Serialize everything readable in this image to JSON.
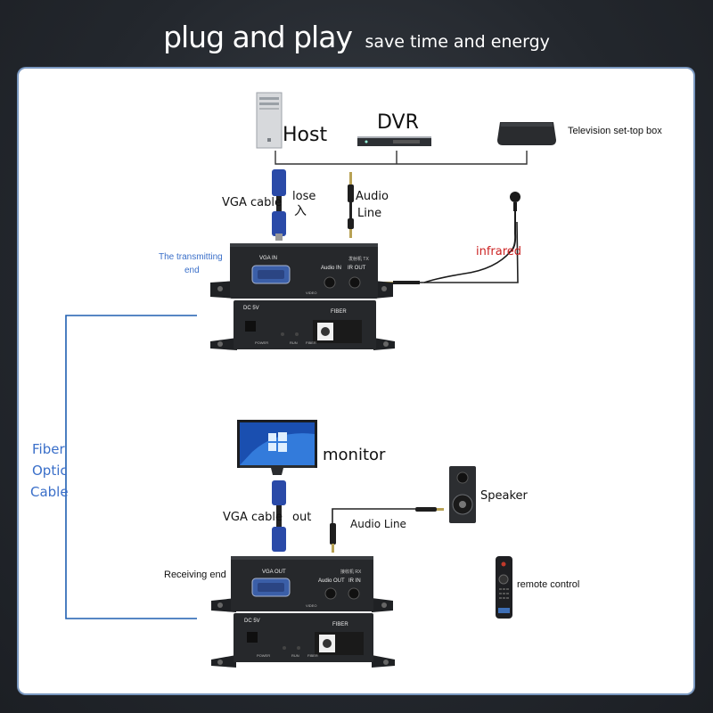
{
  "header": {
    "title": "plug and play",
    "subtitle": "save time and energy"
  },
  "diagram": {
    "host_label": "Host",
    "dvr_label": "DVR",
    "stb_label": "Television set-top box",
    "vga_cable_top": "VGA cable",
    "lose_label": "lose",
    "lose_glyph": "入",
    "audio_line_top": "Audio Line",
    "audio_line_top_1": "Audio",
    "audio_line_top_2": "Line",
    "transmitting_1": "The transmitting",
    "transmitting_2": "end",
    "infrared_label": "infrared",
    "tx": {
      "vga_in": "VGA IN",
      "audio_in": "Audio IN",
      "ir_out": "IR OUT",
      "brand": "发射机 TX",
      "video": "VIDEO",
      "dc": "DC 5V",
      "fiber": "FIBER",
      "power": "POWER",
      "run": "RUN",
      "fiber_small": "FIBER"
    },
    "fiber_cable_1": "Fiber",
    "fiber_cable_2": "Optic",
    "fiber_cable_3": "Cable",
    "monitor_label": "monitor",
    "vga_cable_bottom": "VGA cable",
    "out_label": "out",
    "audio_line_bottom": "Audio Line",
    "speaker_label": "Speaker",
    "receiving_label": "Receiving end",
    "remote_label": "remote control",
    "rx": {
      "vga_out": "VGA OUT",
      "audio_out": "Audio OUT",
      "ir_in": "IR IN",
      "brand": "接收机 RX",
      "video": "VIDEO",
      "dc": "DC 5V",
      "fiber": "FIBER",
      "power": "POWER",
      "run": "RUN",
      "fiber_small": "FIBER"
    }
  },
  "colors": {
    "fiber_line": "#1f5fb0",
    "label_blue": "#3a6fc9",
    "infrared_red": "#cc2222",
    "device_dark": "#26282b"
  }
}
